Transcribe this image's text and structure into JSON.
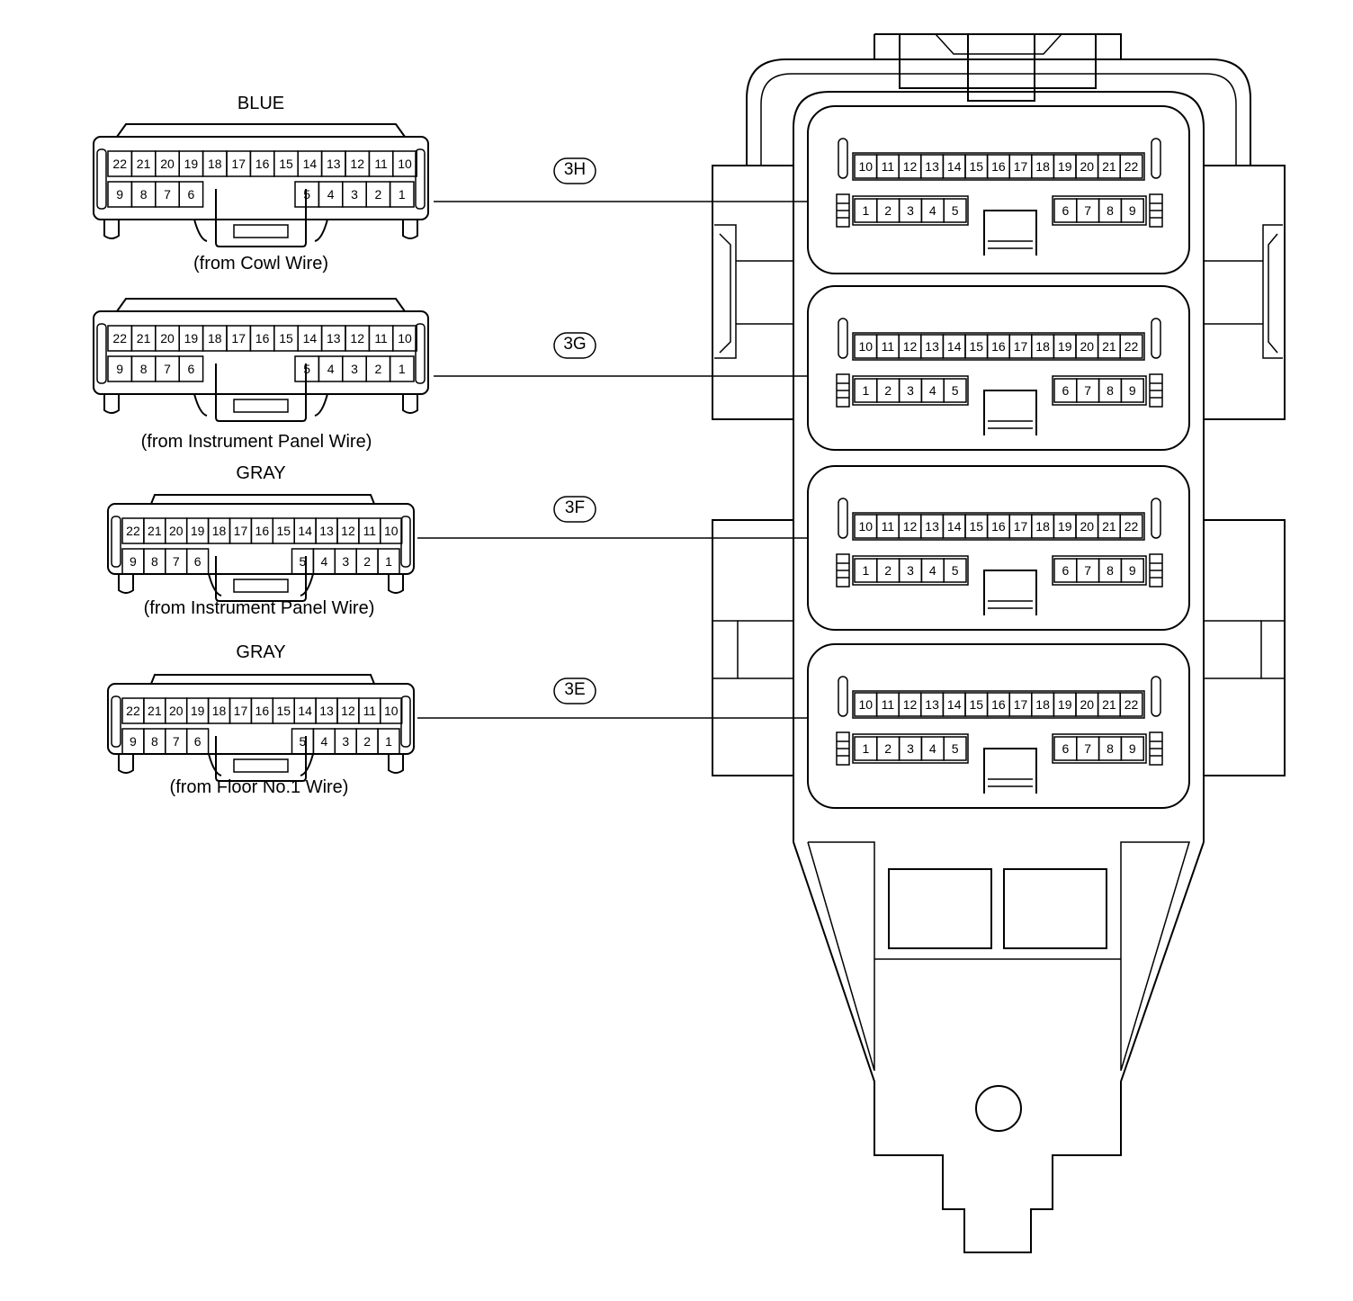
{
  "side_connectors": [
    {
      "color_label": "BLUE",
      "caption": "(from Cowl Wire)",
      "code": "3H"
    },
    {
      "color_label": "",
      "caption": "(from Instrument Panel Wire)",
      "code": "3G"
    },
    {
      "color_label": "GRAY",
      "caption": "(from Instrument Panel Wire)",
      "code": "3F"
    },
    {
      "color_label": "GRAY",
      "caption": "(from Floor No.1 Wire)",
      "code": "3E"
    }
  ],
  "plug_pins": {
    "top_row": [
      "22",
      "21",
      "20",
      "19",
      "18",
      "17",
      "16",
      "15",
      "14",
      "13",
      "12",
      "11",
      "10"
    ],
    "bottom_left": [
      "9",
      "8",
      "7",
      "6"
    ],
    "bottom_right": [
      "5",
      "4",
      "3",
      "2",
      "1"
    ]
  },
  "box_pins": {
    "top_row": [
      "10",
      "11",
      "12",
      "13",
      "14",
      "15",
      "16",
      "17",
      "18",
      "19",
      "20",
      "21",
      "22"
    ],
    "bottom_left": [
      "1",
      "2",
      "3",
      "4",
      "5"
    ],
    "bottom_right": [
      "6",
      "7",
      "8",
      "9"
    ]
  },
  "colors": {
    "line": "#000000",
    "background": "#ffffff"
  }
}
